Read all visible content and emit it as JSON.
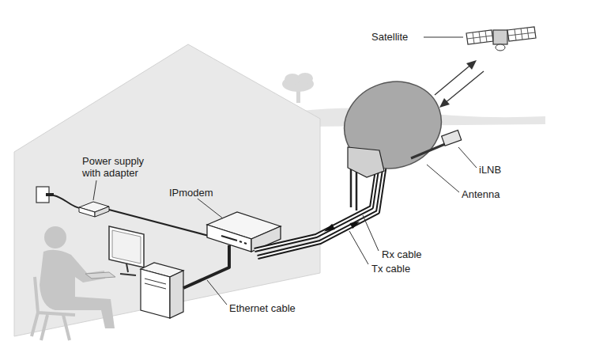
{
  "diagram": {
    "labels": [
      "Satellite",
      "iLNB",
      "Antenna",
      "Rx cable",
      "Tx cable",
      "Power supply with adapter",
      "IPmodem",
      "Ethernet cable"
    ]
  }
}
